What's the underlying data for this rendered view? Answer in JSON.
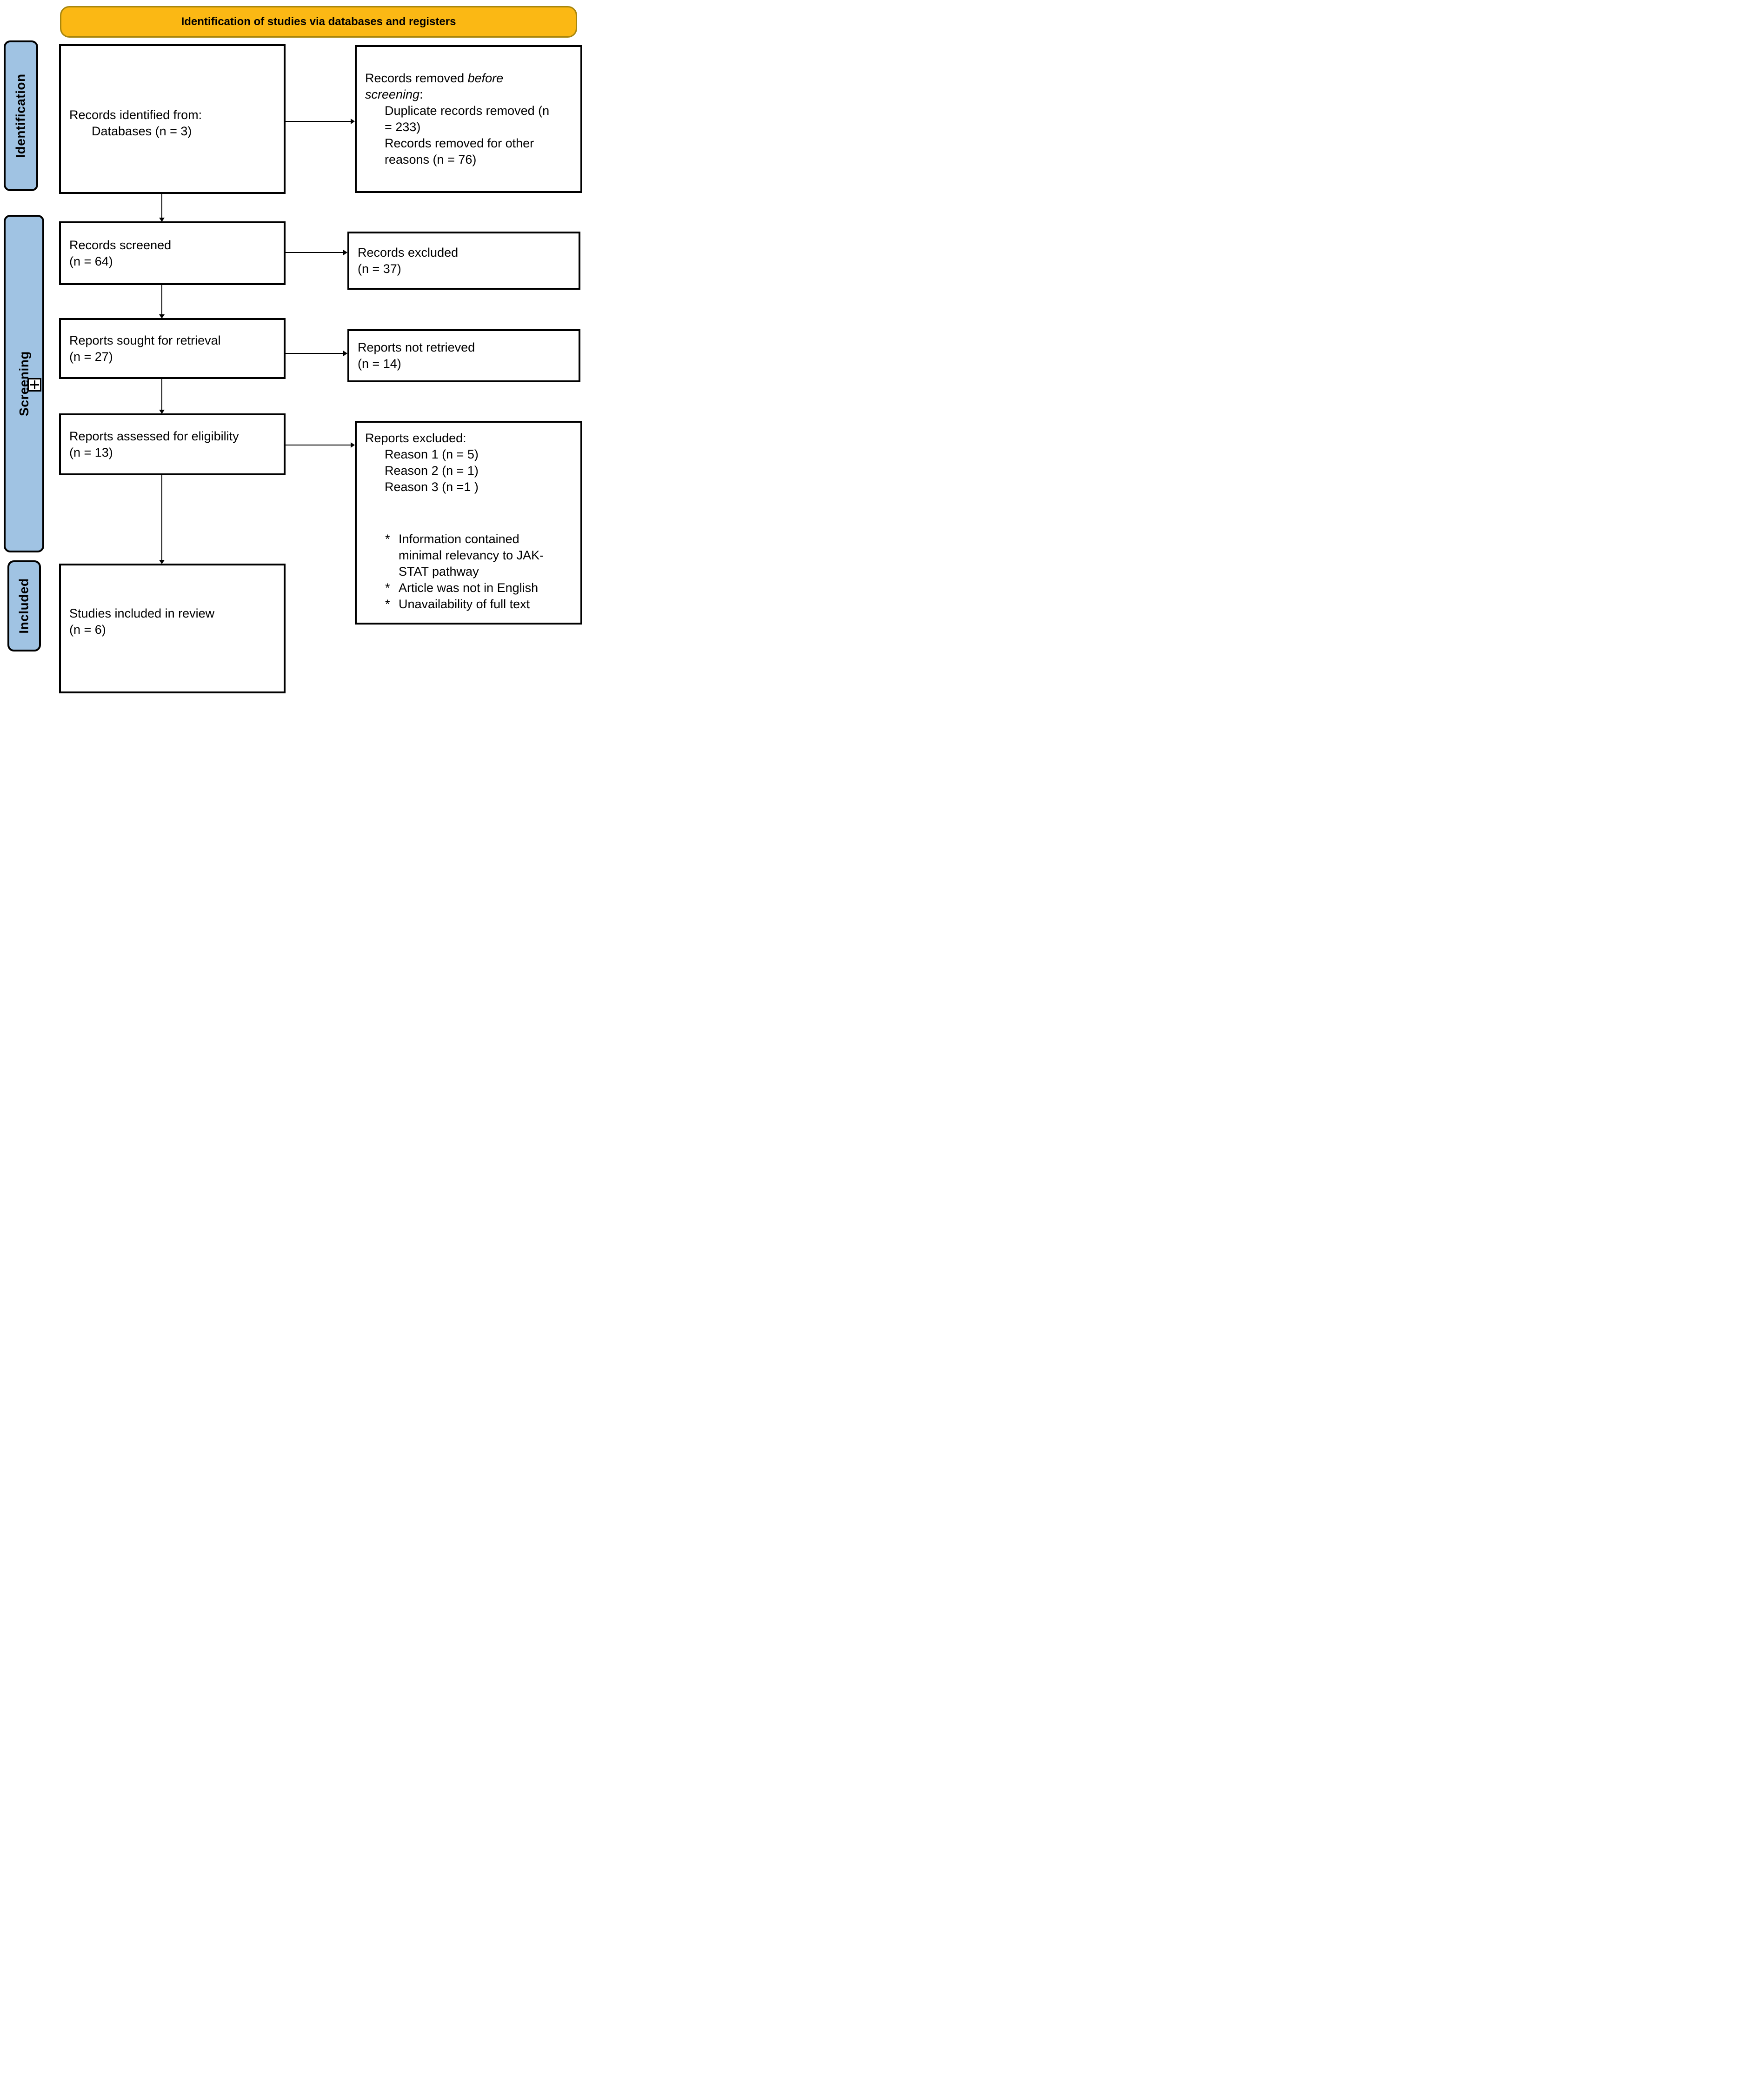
{
  "banner": {
    "title": "Identification of studies via databases and registers"
  },
  "rails": {
    "identification": "Identification",
    "screening": "Screening",
    "included": "Included"
  },
  "icons": {
    "plus_box": "plus-box-icon"
  },
  "boxes": {
    "records_identified": {
      "line1": "Records identified from:",
      "line2": "Databases (n = 3)"
    },
    "records_removed": {
      "l1_roman": "Records removed ",
      "l1_italic": "before",
      "l2_italic": "screening",
      "l2_roman": ":",
      "dup_l1": "Duplicate records removed  (n",
      "dup_l2": "= 233)",
      "other_l1": "Records removed for other",
      "other_l2": "reasons (n = 76)"
    },
    "records_screened": {
      "line1": "Records screened",
      "line2": "(n = 64)"
    },
    "records_excluded": {
      "line1": "Records excluded",
      "line2": "(n = 37)"
    },
    "reports_sought": {
      "line1": "Reports sought for retrieval",
      "line2": "(n = 27)"
    },
    "reports_not_retrieved": {
      "line1": "Reports not retrieved",
      "line2": "(n = 14)"
    },
    "reports_assessed": {
      "line1": "Reports assessed for eligibility",
      "line2": "(n = 13)"
    },
    "reports_excluded": {
      "header": "Reports excluded:",
      "reasons": [
        "Reason 1 (n = 5)",
        "Reason 2 (n = 1)",
        "Reason 3 (n =1 )"
      ],
      "notes": {
        "marker": "*",
        "n1_l1": "Information contained",
        "n1_l2": "minimal relevancy to JAK-",
        "n1_l3": "STAT pathway",
        "n2": "Article was not in English",
        "n3": "Unavailability of full text"
      }
    },
    "studies_included": {
      "line1": "Studies included in review",
      "line2": "(n = 6)"
    }
  },
  "colors": {
    "banner_fill": "#FBB814",
    "banner_border": "#A8860D",
    "rail_fill": "#A0C3E3",
    "box_border": "#000000",
    "arrow": "#000000",
    "text": "#000000"
  }
}
